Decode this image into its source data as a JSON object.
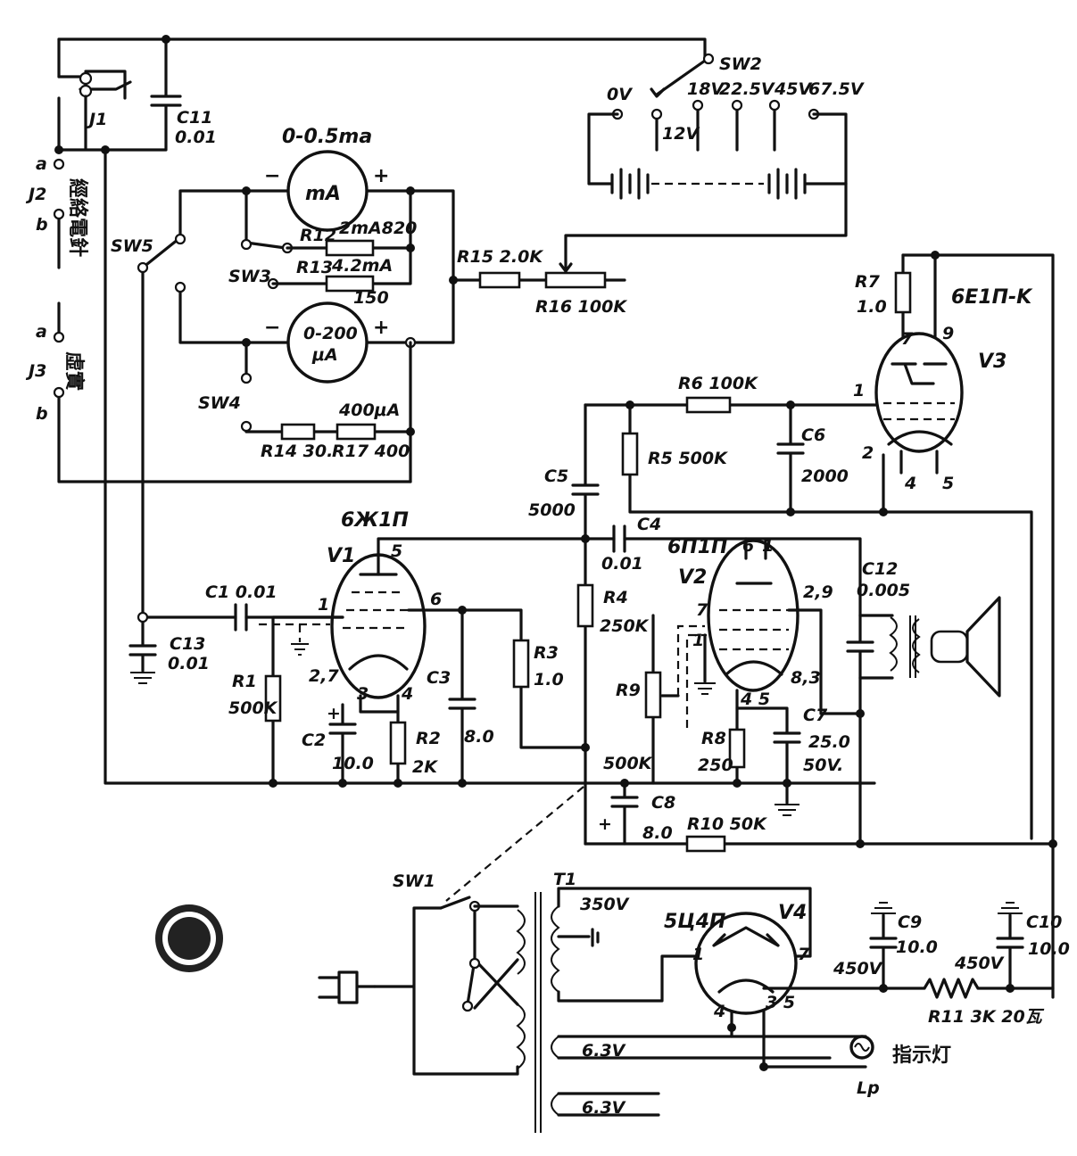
{
  "diagram": {
    "labels": {
      "j1": "J1",
      "c11": "C11",
      "c11_val": "0.01",
      "ma_range": "0-0.5ma",
      "ma_text": "mA",
      "j2": "J2",
      "j2_a": "a",
      "j2_b": "b",
      "j2_name": "經絡電針",
      "j3": "J3",
      "j3_a": "a",
      "j3_b": "b",
      "j3_name": "虛實",
      "sw5": "SW5",
      "sw3": "SW3",
      "sw4": "SW4",
      "r12": "R12",
      "r12_val": "2mA820",
      "r13": "R13",
      "r13_val": "4.2mA",
      "r13_val2": "150",
      "ua_range": "0-200",
      "ua_text": "μA",
      "ua_tag": "400μA",
      "r14": "R14 30.",
      "r17": "R17 400",
      "r15": "R15 2.0K",
      "r16": "R16 100K",
      "sw2": "SW2",
      "v0": "0V",
      "v18": "18V",
      "v225": "22.5V",
      "v45": "45V",
      "v675": "67.5V",
      "v12": "12V",
      "r7": "R7",
      "r7_val": "1.0",
      "v3_type": "6E1П-K",
      "v3": "V3",
      "p7": "7",
      "p9": "9",
      "p1": "1",
      "p2": "2",
      "p4": "4",
      "p5": "5",
      "r6": "R6 100K",
      "r5": "R5 500K",
      "c6": "C6",
      "c6_val": "2000",
      "c5": "C5",
      "c5_val": "5000",
      "v1_type": "6Ж1П",
      "v1": "V1",
      "c4": "C4",
      "c4_val": "0.01",
      "v2_type": "6П1П",
      "v2": "V2",
      "c12": "C12",
      "c12_val": "0.005",
      "c1": "C1 0.01",
      "c13": "C13",
      "c13_val": "0.01",
      "r1": "R1",
      "r1_val": "500K",
      "c2": "C2",
      "c2_val": "10.0",
      "r2": "R2",
      "r2_val": "2K",
      "c3": "C3",
      "c3_val": "8.0",
      "r3": "R3",
      "r3_val": "1.0",
      "r4": "R4",
      "r4_val": "250K",
      "r9": "R9",
      "r9_val": "500K",
      "r8": "R8",
      "r8_val": "250",
      "c7": "C7",
      "c7_val": "25.0",
      "c7_v": "50V.",
      "c8": "C8",
      "c8_val": "8.0",
      "r10": "R10 50K",
      "v1_p5": "5",
      "v1_p6": "6",
      "v1_p1": "1",
      "v1_p27": "2,7",
      "v1_p3": "3",
      "v1_p4": "4",
      "v2_p6": "6",
      "v2_p1": "1",
      "v2_p7": "7",
      "v2_p29": "2,9",
      "v2_p45": "4 5",
      "v2_p83": "8,3",
      "v2_pl1": "1",
      "sw1": "SW1",
      "t1": "T1",
      "v350": "350V",
      "v4_type": "5Ц4П",
      "v4": "V4",
      "v4_p1": "1",
      "v4_p7": "7",
      "v4_p4": "4",
      "v4_p35": "3 5",
      "c9": "C9",
      "c9_val": "10.0",
      "c9_v": "450V",
      "c10": "C10",
      "c10_val": "10.0",
      "c10_v": "450V",
      "r11": "R11 3K 20瓦",
      "h1": "6.3V",
      "h2": "6.3V",
      "lamp": "指示灯",
      "lp": "Lp"
    }
  }
}
